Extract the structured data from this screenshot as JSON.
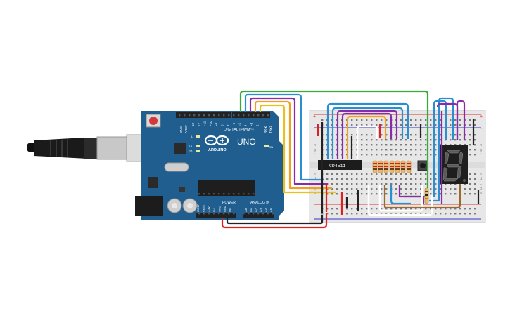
{
  "board": {
    "digital_label": "DIGITAL (PWM~)",
    "uno_label": "UNO",
    "brand_label": "ARDUINO",
    "power_label": "POWER",
    "analog_label": "ANALOG IN",
    "on_label": "ON",
    "l_label": "L",
    "tx_label": "TX",
    "rx_label": "RX",
    "aref_label": "AREF",
    "gnd_label": "GND",
    "tx_pin_label": "TX▸1",
    "rx_pin_label": "RX◂0",
    "pin_labels_top": [
      "13",
      "12",
      "~11",
      "~10",
      "~9",
      "8",
      "7",
      "~6",
      "~5",
      "4",
      "~3",
      "2"
    ],
    "power_pins": [
      "IOREF",
      "RESET",
      "3.3V",
      "5V",
      "GND",
      "GND",
      "Vin"
    ],
    "analog_pins": [
      "A0",
      "A1",
      "A2",
      "A3",
      "A4",
      "A5"
    ]
  },
  "chip": {
    "label": "CD4511"
  },
  "display": {
    "digit": "8"
  },
  "breadboard": {
    "row_labels_top": [
      "j",
      "i",
      "h",
      "g",
      "f"
    ],
    "row_labels_bottom": [
      "e",
      "d",
      "c",
      "b",
      "a"
    ],
    "rail_plus": "+",
    "rail_minus": "-"
  },
  "colors": {
    "board_blue": "#1f5e8f",
    "wire_green": "#3aa83a",
    "wire_blue": "#2a8fd0",
    "wire_purple": "#8a2aa8",
    "wire_orange": "#f0a020",
    "wire_red": "#e02020",
    "wire_black": "#222222",
    "wire_yellow": "#e8c020",
    "resistor_body": "#e9b96e"
  }
}
